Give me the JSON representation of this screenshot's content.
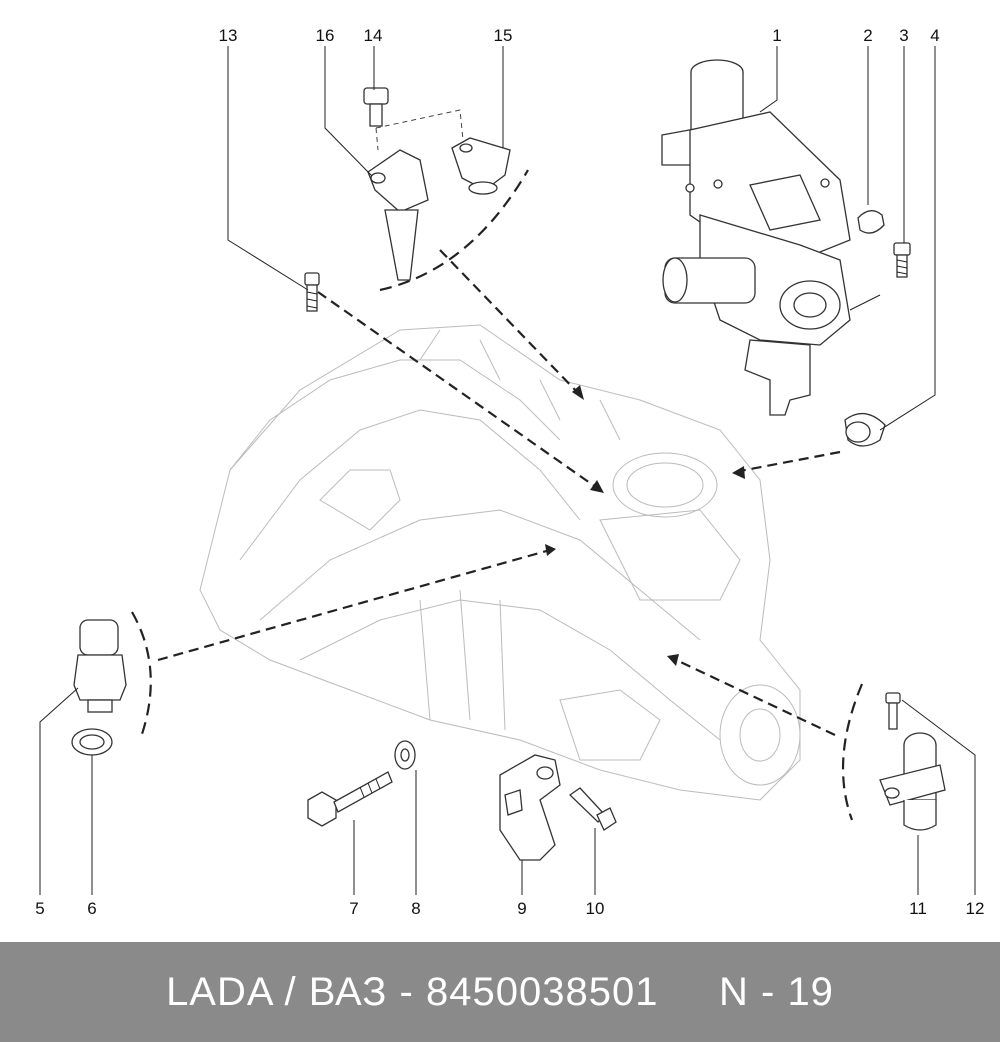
{
  "footer": {
    "text": "LADA / ВАЗ - 8450038501     N - 19"
  },
  "callouts": {
    "c1": "1",
    "c2": "2",
    "c3": "3",
    "c4": "4",
    "c5": "5",
    "c6": "6",
    "c7": "7",
    "c8": "8",
    "c9": "9",
    "c10": "10",
    "c11": "11",
    "c12": "12",
    "c13": "13",
    "c14": "14",
    "c15": "15",
    "c16": "16"
  }
}
